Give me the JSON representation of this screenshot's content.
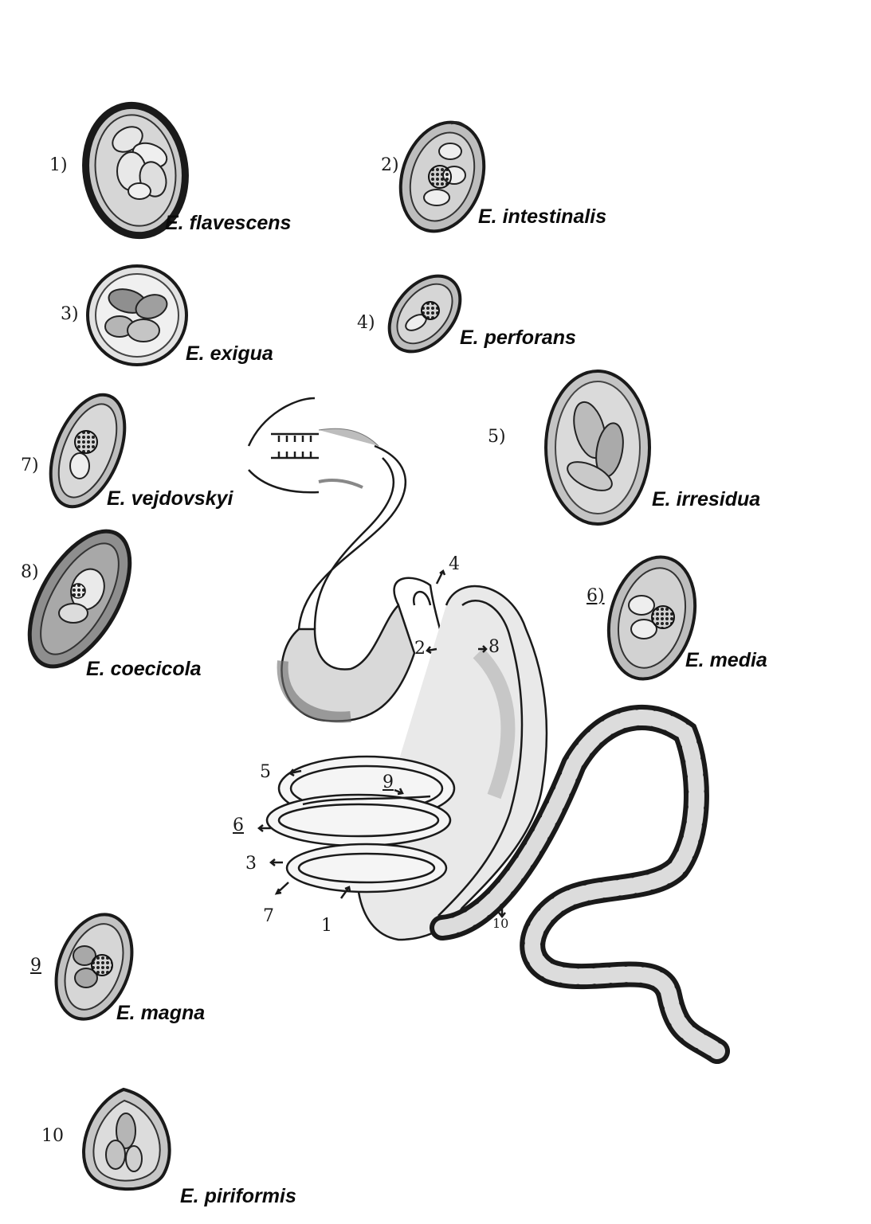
{
  "oocysts": [
    {
      "number": "1)",
      "name": "E. flavescens"
    },
    {
      "number": "2)",
      "name": "E. intestinalis"
    },
    {
      "number": "3)",
      "name": "E. exigua"
    },
    {
      "number": "4)",
      "name": "E. perforans"
    },
    {
      "number": "5)",
      "name": "E. irresidua"
    },
    {
      "number": "6)",
      "name": "E. media"
    },
    {
      "number": "7)",
      "name": "E. vejdovskyi"
    },
    {
      "number": "8)",
      "name": "E. coecicola"
    },
    {
      "number": "9",
      "name": "E. magna"
    },
    {
      "number": "10",
      "name": "E. piriformis"
    }
  ],
  "gut_labels": [
    "1",
    "2",
    "3",
    "4",
    "5",
    "6",
    "7",
    "8",
    "9",
    "10"
  ]
}
